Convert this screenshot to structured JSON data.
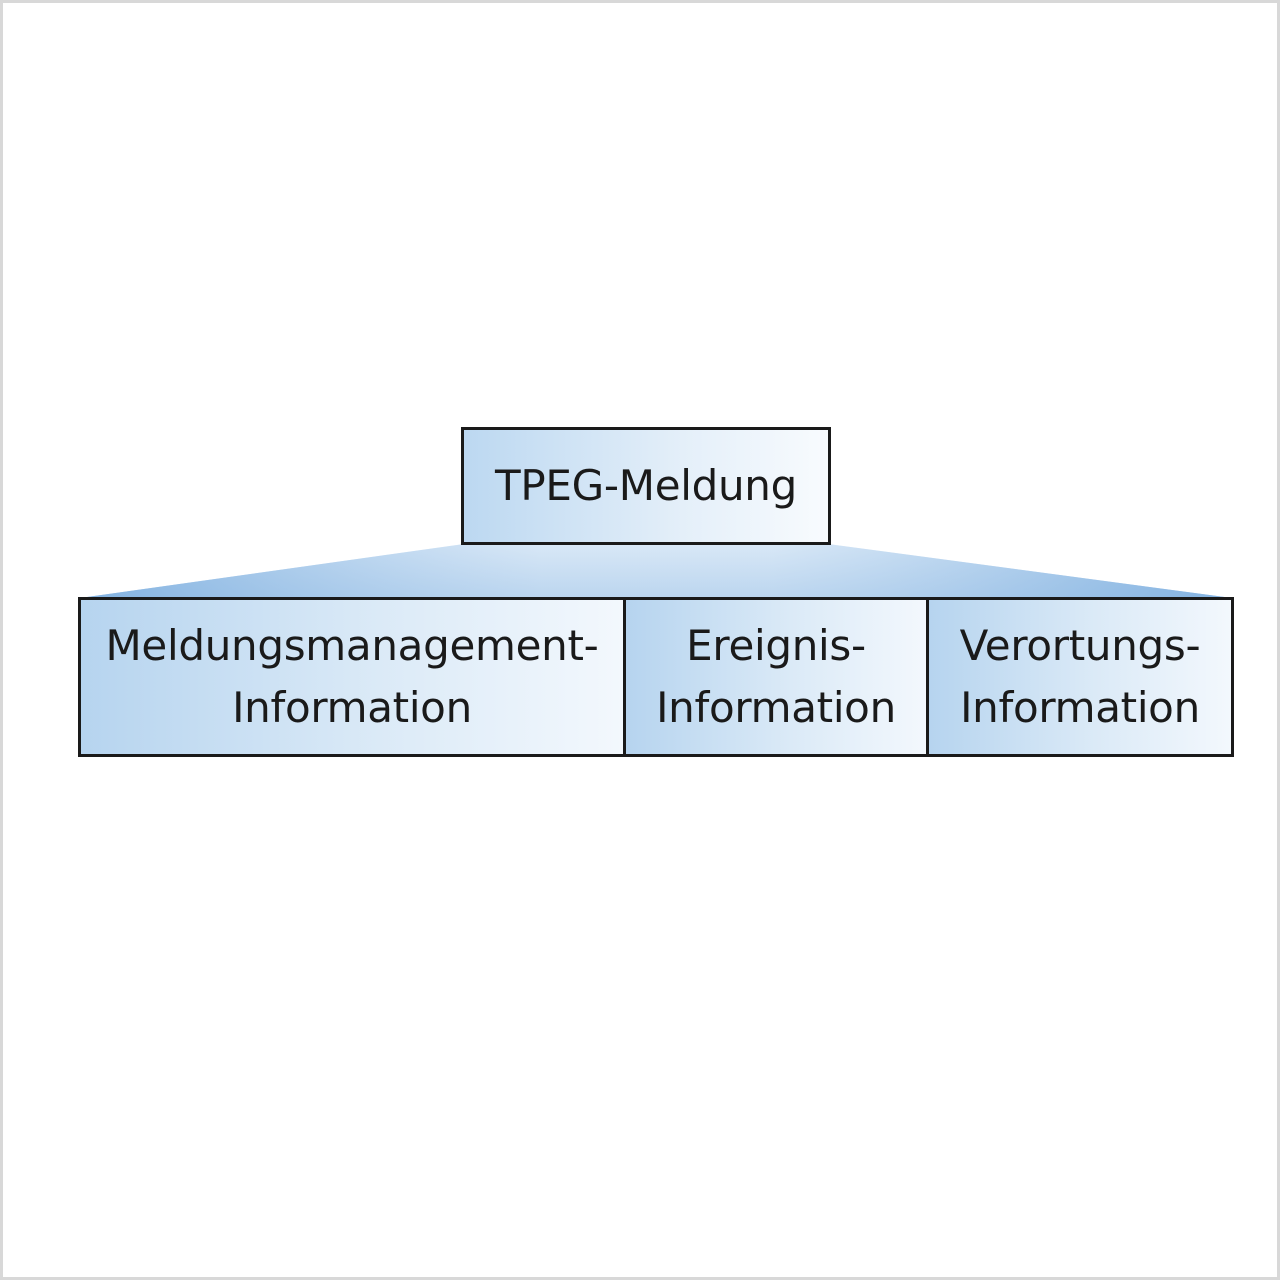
{
  "diagram": {
    "root": {
      "label": "TPEG-Meldung"
    },
    "children": [
      {
        "line1": "Meldungsmanagement-",
        "line2": "Information"
      },
      {
        "line1": "Ereignis-",
        "line2": "Information"
      },
      {
        "line1": "Verortungs-",
        "line2": "Information"
      }
    ]
  },
  "colors": {
    "box_fill_start": "#b6d4ef",
    "box_fill_end": "#f3f8fd",
    "connector_fill": "#cfe2f4",
    "border": "#1a1a1a"
  }
}
